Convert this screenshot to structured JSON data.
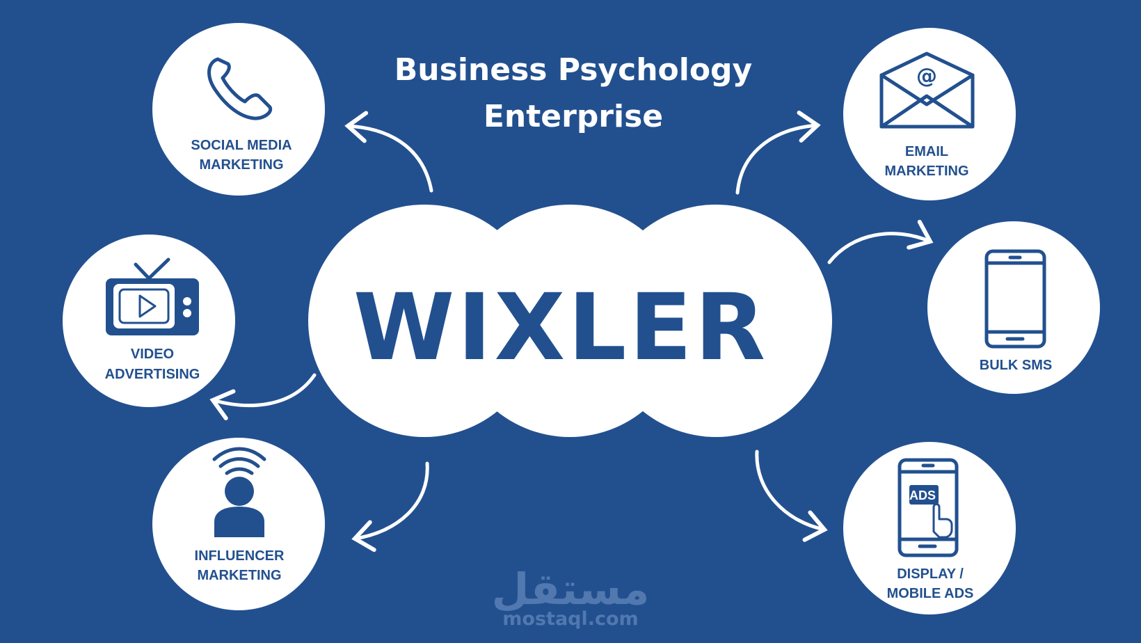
{
  "title": {
    "line1": "Business Psychology",
    "line2": "Enterprise"
  },
  "brand": "WIXLER",
  "nodes": {
    "social": {
      "line1": "SOCIAL MEDIA",
      "line2": "MARKETING",
      "icon": "phone-icon"
    },
    "video": {
      "line1": "VIDEO",
      "line2": "ADVERTISING",
      "icon": "tv-icon"
    },
    "influencer": {
      "line1": "INFLUENCER",
      "line2": "MARKETING",
      "icon": "influencer-icon"
    },
    "email": {
      "line1": "EMAIL",
      "line2": "MARKETING",
      "icon": "envelope-icon",
      "glyph": "@"
    },
    "sms": {
      "line1": "BULK SMS",
      "icon": "smartphone-icon"
    },
    "display": {
      "line1": "DISPLAY /",
      "line2": "MOBILE ADS",
      "icon": "ads-phone-icon",
      "badge": "ADS"
    }
  },
  "watermark": {
    "arabic": "مستقل",
    "url": "mostaql.com"
  },
  "colors": {
    "background": "#22508f",
    "foreground": "#ffffff"
  }
}
